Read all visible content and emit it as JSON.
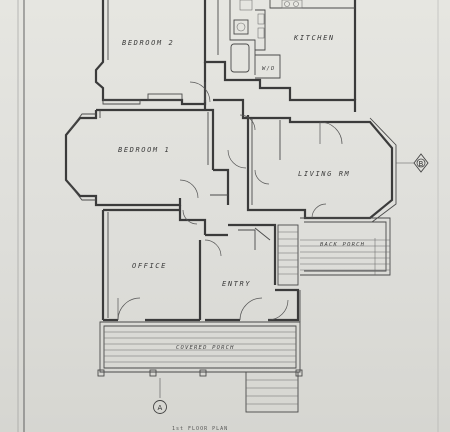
{
  "plan": {
    "rooms": {
      "bedroom2": "BEDROOM 2",
      "kitchen": "KITCHEN",
      "bedroom1": "BEDROOM 1",
      "living": "LIVING RM",
      "office": "OFFICE",
      "entry": "ENTRY"
    },
    "porches": {
      "back": "BACK PORCH",
      "covered": "COVERED PORCH"
    },
    "fixtures": {
      "washer_dryer": "W/D"
    },
    "markers": {
      "section_a": "A",
      "section_b": "B"
    },
    "bottom_note": "1st FLOOR PLAN"
  }
}
